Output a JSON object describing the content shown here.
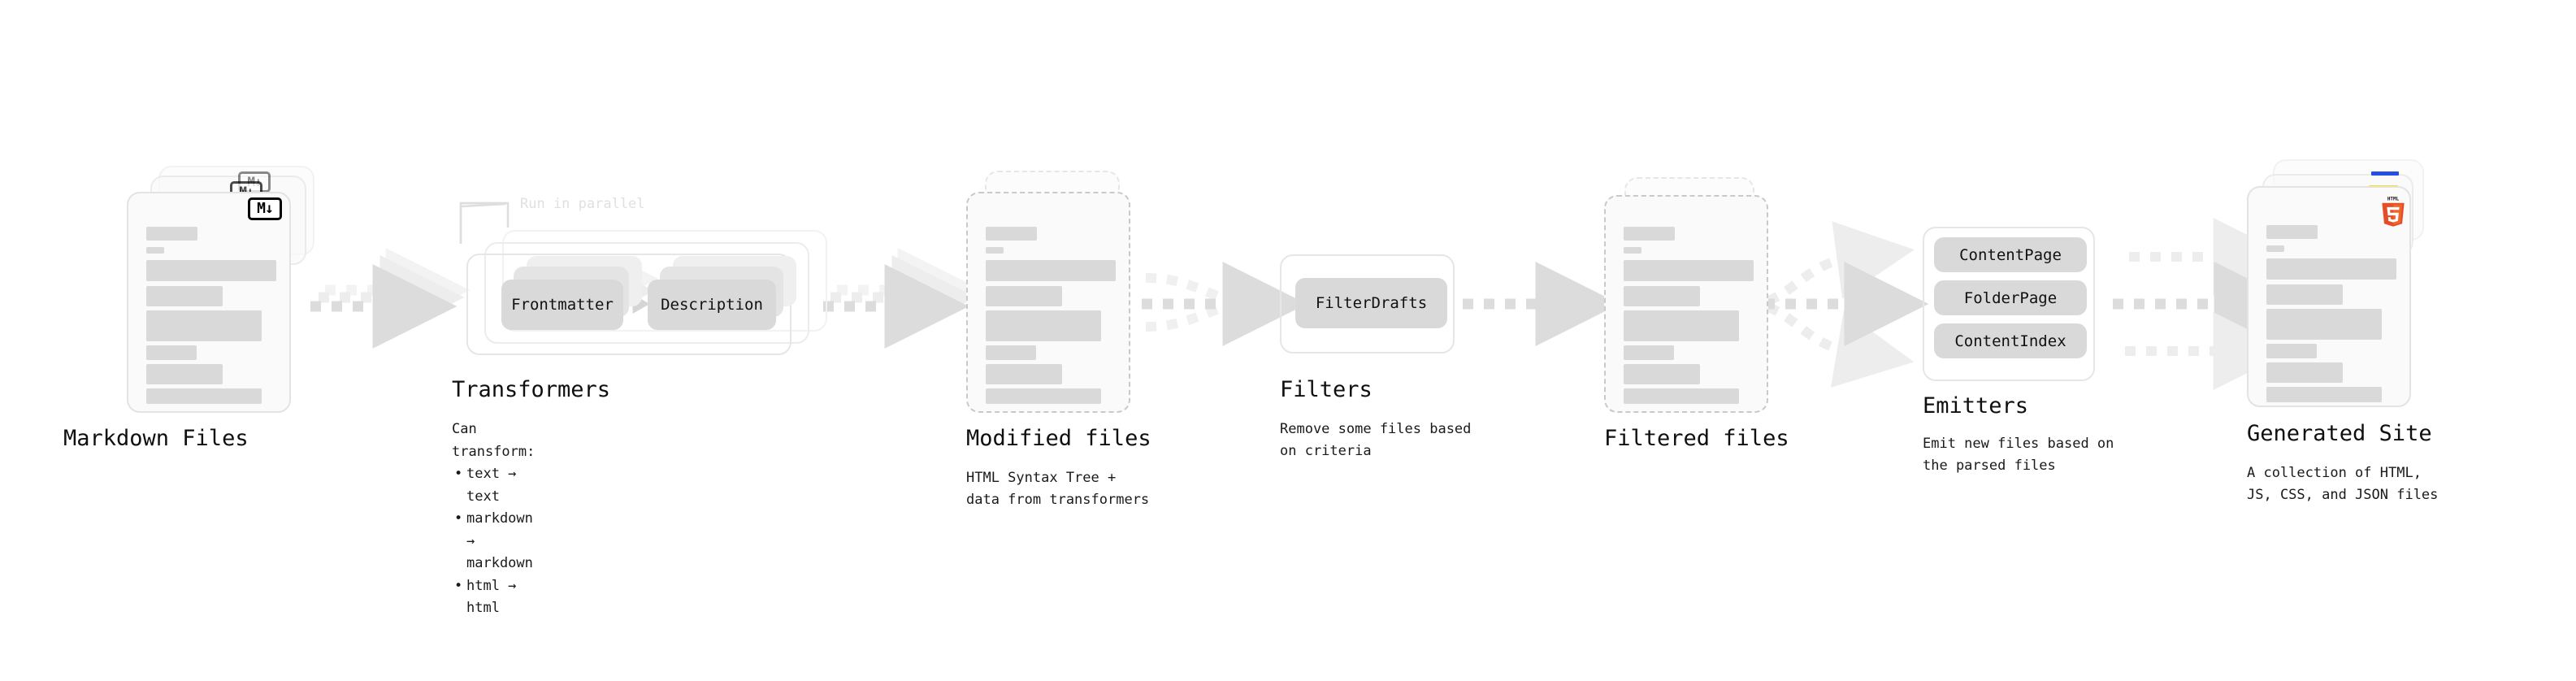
{
  "diagram": {
    "type": "pipeline-flow",
    "background": "#ffffff",
    "accent_gray": "#d9d9d9",
    "arrow_gray": "#dcdcdc"
  },
  "stages": [
    {
      "id": "markdown-files",
      "title": "Markdown Files",
      "subtitle": "",
      "badge": "markdown-icon",
      "badge_text": "M",
      "card_style": "solid",
      "stacked": 3
    },
    {
      "id": "transformers",
      "title": "Transformers",
      "note": "Run in parallel",
      "bullets_lead": "Can transform:",
      "bullets": [
        "text → text",
        "markdown → markdown",
        "html → html"
      ],
      "pills": [
        "Frontmatter",
        "Description"
      ],
      "stacked": 3
    },
    {
      "id": "modified-files",
      "title": "Modified files",
      "subtitle": "HTML Syntax Tree +\ndata from transformers",
      "card_style": "dashed",
      "stacked": 2
    },
    {
      "id": "filters",
      "title": "Filters",
      "subtitle": "Remove some files based\non criteria",
      "pills": [
        "FilterDrafts"
      ]
    },
    {
      "id": "filtered-files",
      "title": "Filtered files",
      "subtitle": "",
      "card_style": "dashed",
      "stacked": 2
    },
    {
      "id": "emitters",
      "title": "Emitters",
      "subtitle": "Emit new files based on\nthe parsed files",
      "pills": [
        "ContentPage",
        "FolderPage",
        "ContentIndex"
      ]
    },
    {
      "id": "generated-site",
      "title": "Generated Site",
      "subtitle": "A collection of HTML,\nJS, CSS, and JSON files",
      "badges": [
        "html5-icon",
        "js-icon",
        "css3-icon"
      ],
      "badge_text": "HTML",
      "card_style": "solid",
      "stacked": 3
    }
  ],
  "pills": {
    "frontmatter": "Frontmatter",
    "description": "Description",
    "filter_drafts": "FilterDrafts",
    "content_page": "ContentPage",
    "folder_page": "FolderPage",
    "content_index": "ContentIndex"
  },
  "labels": {
    "markdown_files": "Markdown Files",
    "transformers": "Transformers",
    "modified_files": "Modified files",
    "filters": "Filters",
    "filtered_files": "Filtered files",
    "emitters": "Emitters",
    "generated_site": "Generated Site",
    "run_in_parallel": "Run in parallel"
  },
  "descriptions": {
    "transformers_lead": "Can transform:",
    "transform_1": "text → text",
    "transform_2": "markdown → markdown",
    "transform_3": "html → html",
    "modified_files": "HTML Syntax Tree +\ndata from transformers",
    "filters": "Remove some files based\non criteria",
    "emitters": "Emit new files based on\nthe parsed files",
    "generated_site": "A collection of HTML,\nJS, CSS, and JSON files"
  },
  "icons": {
    "markdown": "M↓",
    "html5": "HTML",
    "html5_digit": "5"
  }
}
